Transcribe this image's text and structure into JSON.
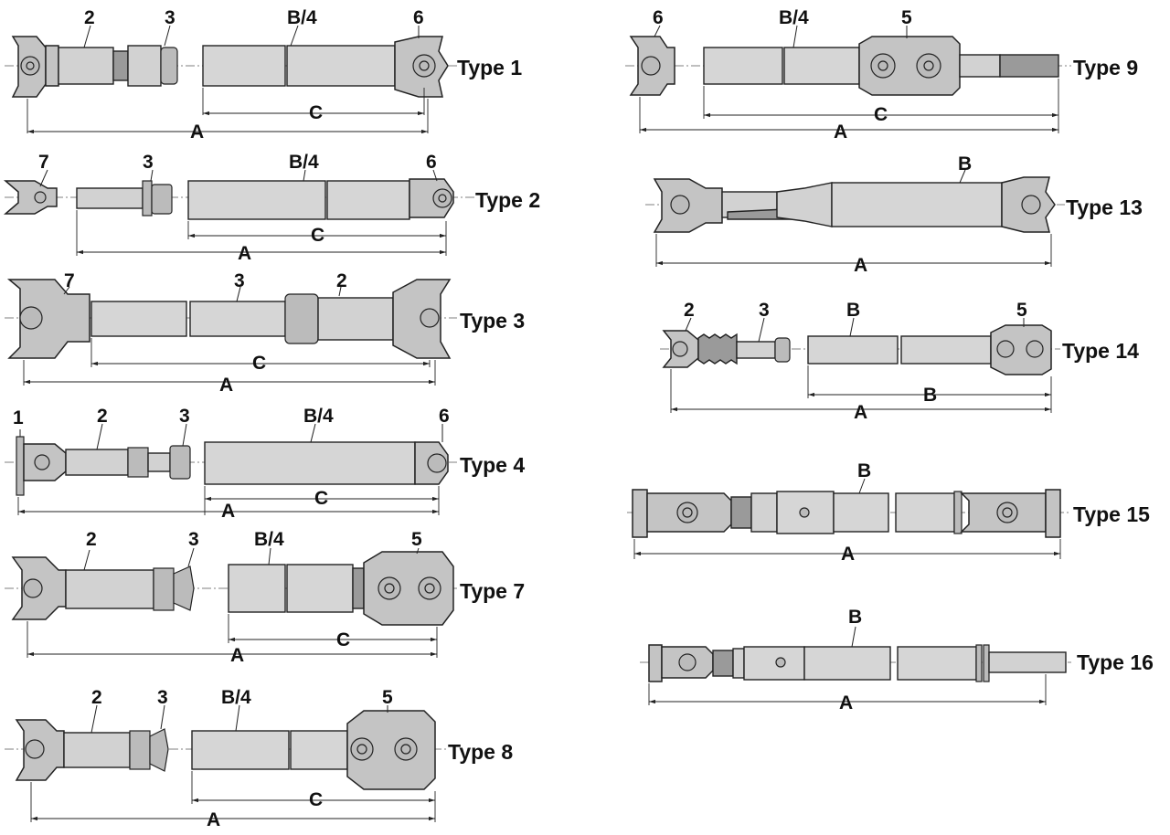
{
  "diagrams": [
    {
      "id": "type1",
      "type_label": "Type 1",
      "callouts": [
        "2",
        "3",
        "B/4",
        "6"
      ],
      "dims": [
        "C",
        "A"
      ]
    },
    {
      "id": "type2",
      "type_label": "Type 2",
      "callouts": [
        "7",
        "3",
        "B/4",
        "6"
      ],
      "dims": [
        "C",
        "A"
      ]
    },
    {
      "id": "type3",
      "type_label": "Type 3",
      "callouts": [
        "7",
        "3",
        "2"
      ],
      "dims": [
        "C",
        "A"
      ]
    },
    {
      "id": "type4",
      "type_label": "Type 4",
      "callouts": [
        "1",
        "2",
        "3",
        "B/4",
        "6"
      ],
      "dims": [
        "C",
        "A"
      ]
    },
    {
      "id": "type7",
      "type_label": "Type 7",
      "callouts": [
        "2",
        "3",
        "B/4",
        "5"
      ],
      "dims": [
        "C",
        "A"
      ]
    },
    {
      "id": "type8",
      "type_label": "Type 8",
      "callouts": [
        "2",
        "3",
        "B/4",
        "5"
      ],
      "dims": [
        "C",
        "A"
      ]
    },
    {
      "id": "type9",
      "type_label": "Type 9",
      "callouts": [
        "6",
        "B/4",
        "5"
      ],
      "dims": [
        "C",
        "A"
      ]
    },
    {
      "id": "type13",
      "type_label": "Type 13",
      "callouts": [
        "B"
      ],
      "dims": [
        "A"
      ]
    },
    {
      "id": "type14",
      "type_label": "Type 14",
      "callouts": [
        "2",
        "3",
        "B",
        "5"
      ],
      "dims": [
        "B",
        "A"
      ]
    },
    {
      "id": "type15",
      "type_label": "Type 15",
      "callouts": [
        "B"
      ],
      "dims": [
        "A"
      ]
    },
    {
      "id": "type16",
      "type_label": "Type 16",
      "callouts": [
        "B"
      ],
      "dims": [
        "A"
      ]
    }
  ]
}
